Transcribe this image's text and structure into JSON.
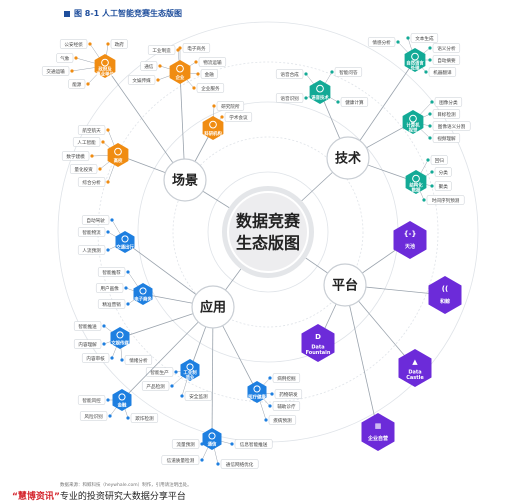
{
  "figure_title": "图 8-1 人工智能竞赛生态版图",
  "center": {
    "line1": "数据竞赛",
    "line2": "生态版图"
  },
  "quadrants": {
    "scene": "场景",
    "tech": "技术",
    "platform": "平台",
    "app": "应用"
  },
  "scene_hubs": [
    {
      "label": "政府及\n事业单位",
      "color": "#f08c12",
      "leaves": [
        "公安经侦",
        "政府",
        "气象",
        "交通运输",
        "能源"
      ]
    },
    {
      "label": "企业",
      "color": "#f08c12",
      "leaves": [
        "工业制造",
        "电子商务",
        "通信",
        "物流运输",
        "文娱传媒",
        "金融",
        "企业服务"
      ]
    },
    {
      "label": "科研机构",
      "color": "#f08c12",
      "leaves": [
        "研究院所",
        "学术会议"
      ]
    },
    {
      "label": "高校",
      "color": "#f08c12",
      "leaves": [
        "航空航天",
        "人工智能",
        "数学建模",
        "量化投资",
        "综合分析"
      ]
    }
  ],
  "tech_hubs": [
    {
      "label": "自然语言\n处理",
      "color": "#13aa96",
      "leaves": [
        "文本生成",
        "语义分析",
        "自动摘要",
        "机器翻译",
        "情感分析"
      ]
    },
    {
      "label": "语音技术",
      "color": "#13aa96",
      "leaves": [
        "语音合成",
        "智能问答",
        "语音识别",
        "健康计算"
      ]
    },
    {
      "label": "计算机\n视觉",
      "color": "#13aa96",
      "leaves": [
        "图像分类",
        "目标检测",
        "图像语义分割",
        "视频理解"
      ]
    },
    {
      "label": "结构化\n数据",
      "color": "#13aa96",
      "leaves": [
        "回归",
        "分类",
        "聚类",
        "时间序列预测"
      ]
    }
  ],
  "platforms": [
    {
      "label": "天池",
      "color": "#6c2bd9",
      "icon": "tianchi-icon",
      "glyph": "{-}"
    },
    {
      "label": "和鲸",
      "color": "#6c2bd9",
      "icon": "heywhale-icon",
      "glyph": "(( "
    },
    {
      "label": "Data\nFountain",
      "color": "#6c2bd9",
      "icon": "datafountain-icon",
      "glyph": "D"
    },
    {
      "label": "Data\nCastle",
      "color": "#6c2bd9",
      "icon": "datacastle-icon",
      "glyph": "▲"
    },
    {
      "label": "企业自营",
      "color": "#6c2bd9",
      "icon": "enterprise-icon",
      "glyph": "▦"
    }
  ],
  "app_hubs": [
    {
      "label": "交通出行",
      "color": "#1e7fe0",
      "leaves": [
        "自动驾驶",
        "智能物流",
        "人流预测"
      ]
    },
    {
      "label": "电子商务",
      "color": "#1e7fe0",
      "leaves": [
        "智能推荐",
        "用户画像",
        "精准营销"
      ]
    },
    {
      "label": "文娱传媒",
      "color": "#1e7fe0",
      "leaves": [
        "智能推送",
        "内容理解",
        "内容审核",
        "情绪分析"
      ]
    },
    {
      "label": "工业制\n造业",
      "color": "#1e7fe0",
      "leaves": [
        "智能生产",
        "产品检测",
        "安全监测"
      ]
    },
    {
      "label": "医疗健康",
      "color": "#1e7fe0",
      "leaves": [
        "病例挖掘",
        "药物研发",
        "辅助诊疗",
        "疾病预测"
      ]
    },
    {
      "label": "金融",
      "color": "#1e7fe0",
      "leaves": [
        "智能风控",
        "风险识别",
        "欺诈检测"
      ]
    },
    {
      "label": "通信",
      "color": "#1e7fe0",
      "leaves": [
        "流量预测",
        "信息智能推送",
        "信道质量检测",
        "通信网络优化"
      ]
    }
  ],
  "footer": {
    "source": "数据来源：和鲸科技（heywhale.com）制作，引用请注明出处。",
    "brand_quote_open": "“",
    "brand_name": "慧博资讯",
    "brand_quote_close": "”",
    "brand_tail": "专业的投资研究大数据分享平台"
  },
  "colors": {
    "scene": "#f08c12",
    "tech": "#13aa96",
    "platform": "#6c2bd9",
    "app": "#1e7fe0",
    "line": "#9aa3ad"
  }
}
